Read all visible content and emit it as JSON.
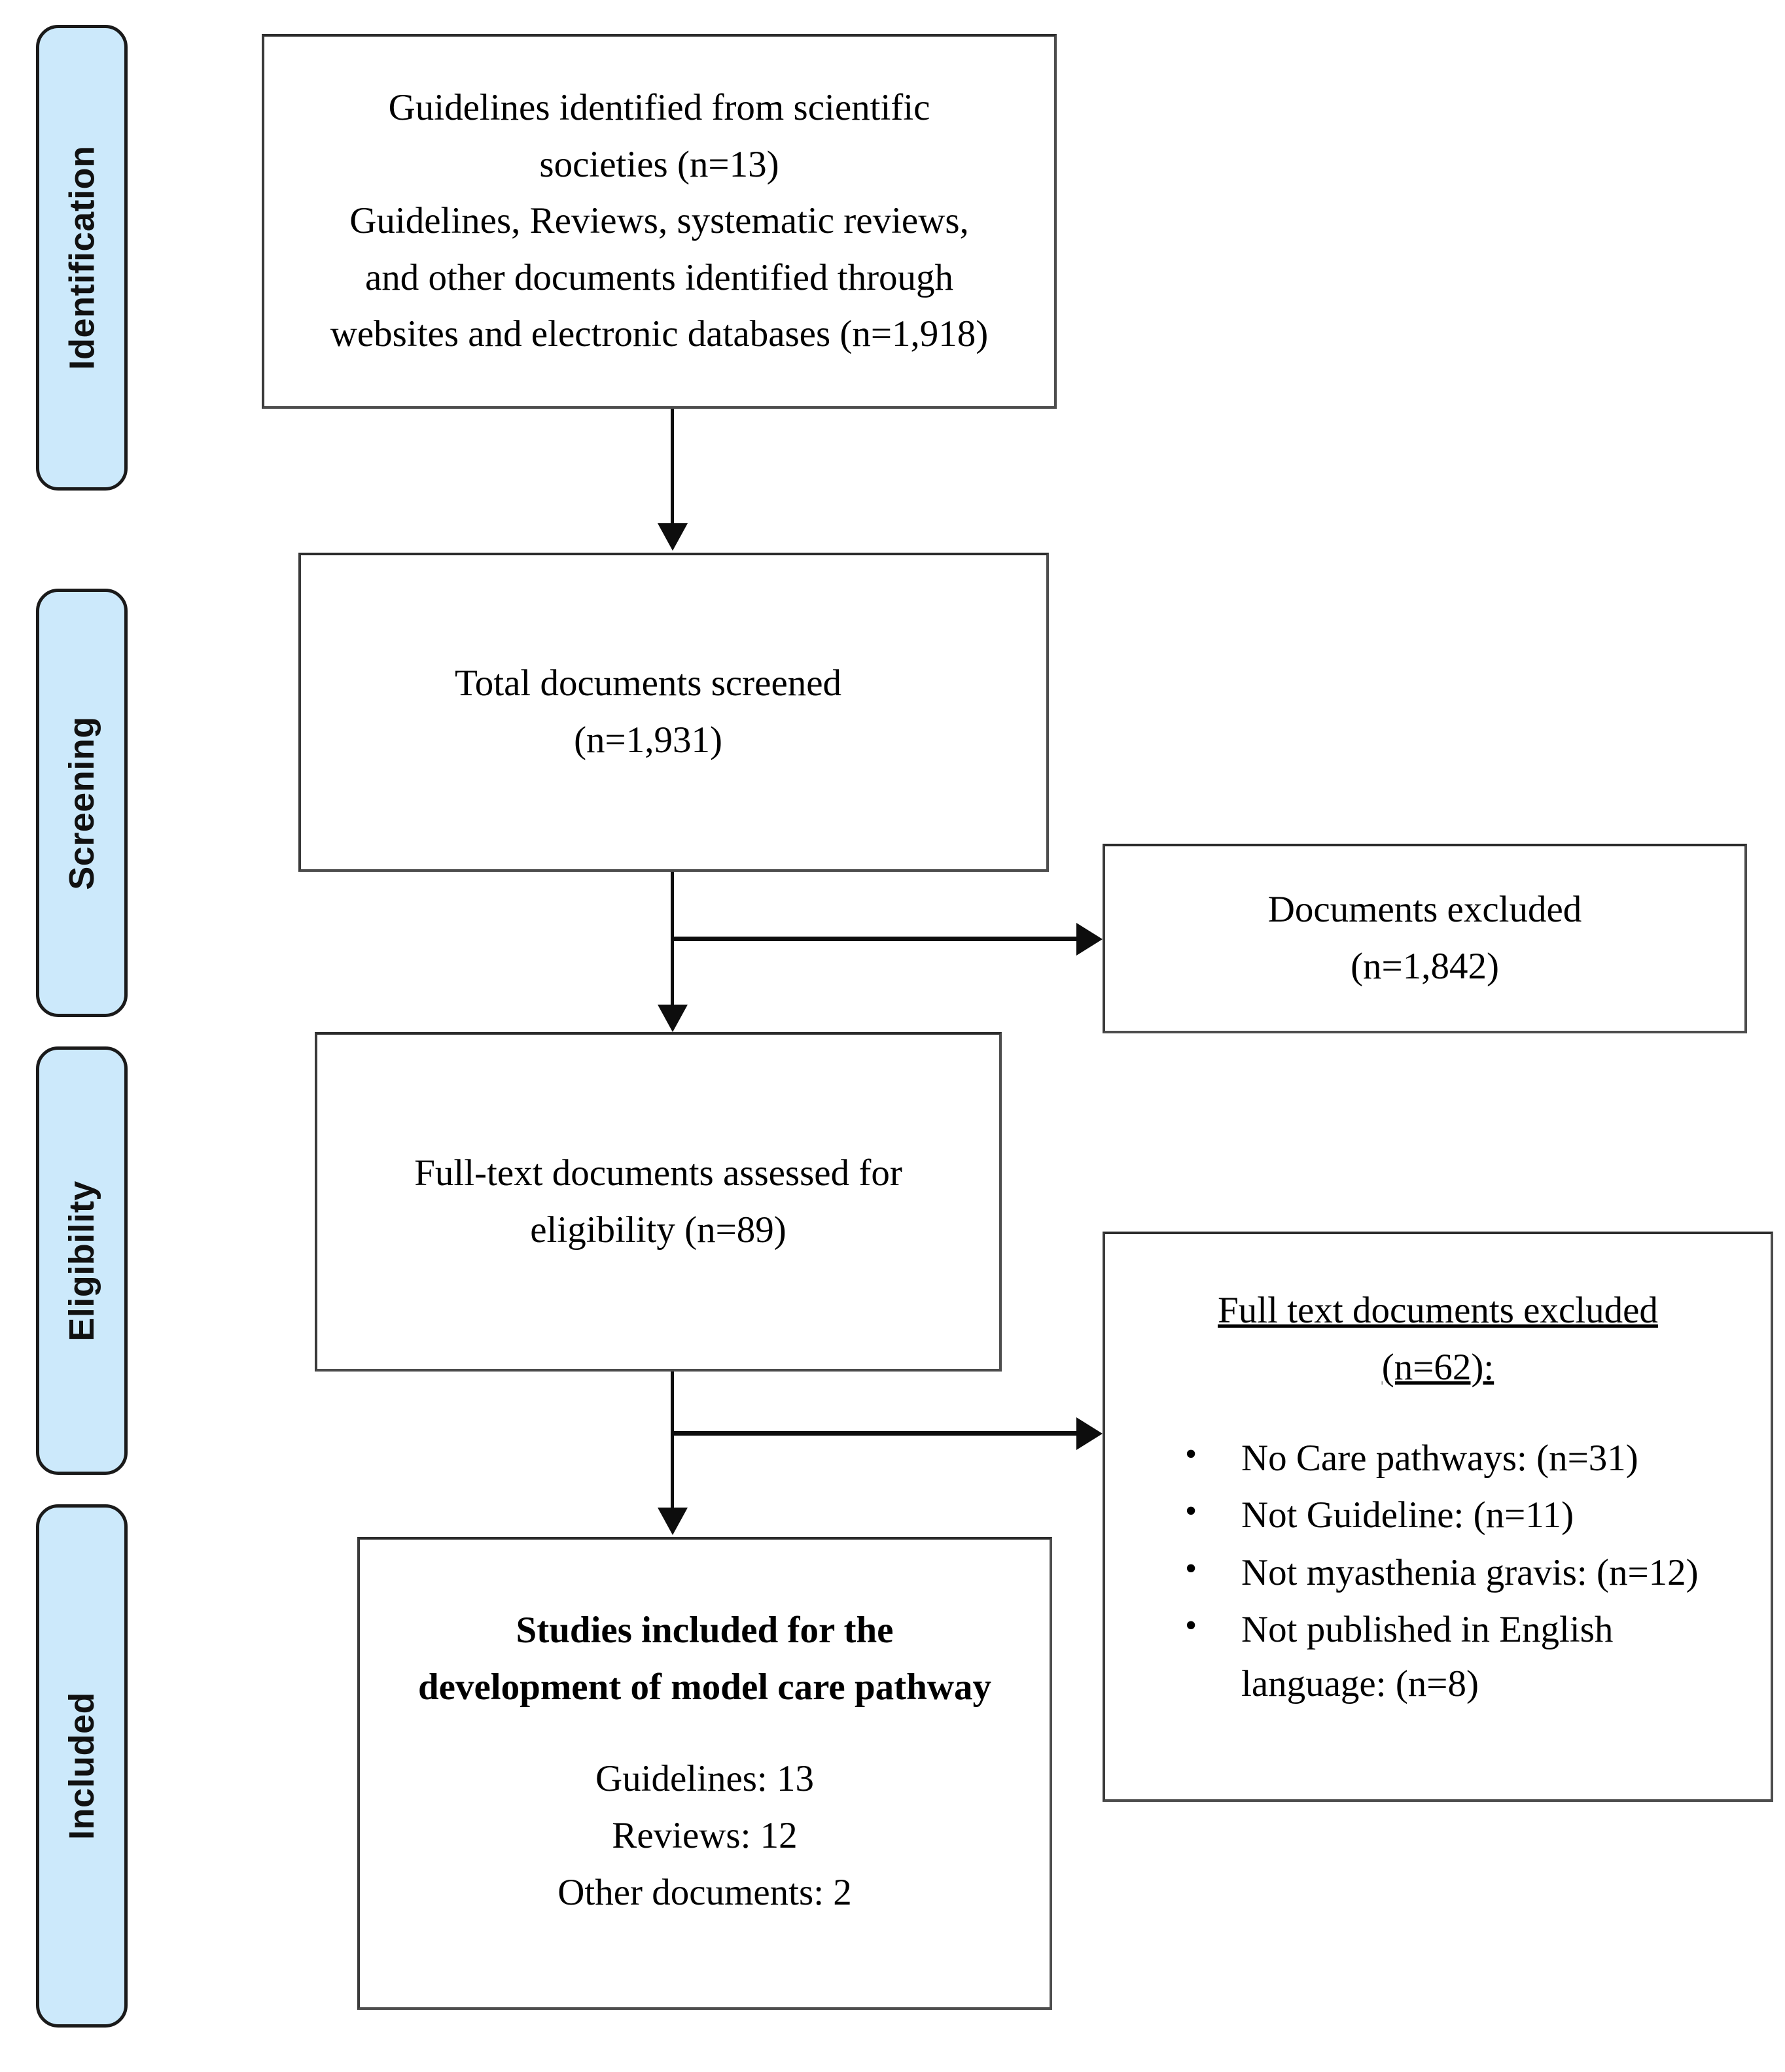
{
  "diagram": {
    "title": "PRISMA flow diagram for model care pathway development",
    "accent_color": "#cce9fb",
    "border_color": "#4d4d4d",
    "connector_color": "#0d0d0d"
  },
  "stages": [
    {
      "label": "Identification"
    },
    {
      "label": "Screening"
    },
    {
      "label": "Eligibility"
    },
    {
      "label": "Included"
    }
  ],
  "boxes": {
    "identification": {
      "lines": [
        "Guidelines identified from scientific",
        "societies (n=13)",
        "Guidelines, Reviews, systematic reviews,",
        "and other documents identified through",
        "websites and electronic databases (n=1,918)"
      ]
    },
    "screened": {
      "lines": [
        "Total documents screened",
        "(n=1,931)"
      ]
    },
    "documents_excluded": {
      "lines": [
        "Documents excluded",
        "(n=1,842)"
      ]
    },
    "fulltext_assessed": {
      "lines": [
        "Full-text documents assessed for",
        "eligibility (n=89)"
      ]
    },
    "fulltext_excluded": {
      "heading_lines": [
        "Full text documents excluded",
        "(n=62):"
      ],
      "reasons": [
        "No Care pathways: (n=31)",
        "Not Guideline: (n=11)",
        "Not myasthenia gravis: (n=12)",
        "Not published in English language: (n=8)"
      ]
    },
    "included": {
      "heading_lines": [
        "Studies included for the",
        "development of model care pathway"
      ],
      "counts": [
        "Guidelines: 13",
        "Reviews: 12",
        "Other documents: 2"
      ]
    }
  },
  "chart_data": {
    "type": "diagram",
    "title": "PRISMA flow of document selection",
    "stages": [
      "Identification",
      "Screening",
      "Eligibility",
      "Included"
    ],
    "nodes": [
      {
        "id": "identification",
        "stage": "Identification",
        "label": "Guidelines identified from scientific societies; Guidelines, Reviews, systematic reviews, and other documents identified through websites and electronic databases",
        "values": {
          "guidelines_from_societies": 13,
          "from_websites_and_databases": 1918
        }
      },
      {
        "id": "screened",
        "stage": "Screening",
        "label": "Total documents screened",
        "value": 1931
      },
      {
        "id": "documents_excluded",
        "stage": "Screening",
        "label": "Documents excluded",
        "value": 1842
      },
      {
        "id": "fulltext_assessed",
        "stage": "Eligibility",
        "label": "Full-text documents assessed for eligibility",
        "value": 89
      },
      {
        "id": "fulltext_excluded",
        "stage": "Eligibility",
        "label": "Full text documents excluded",
        "value": 62,
        "breakdown": [
          {
            "reason": "No Care pathways",
            "n": 31
          },
          {
            "reason": "Not Guideline",
            "n": 11
          },
          {
            "reason": "Not myasthenia gravis",
            "n": 12
          },
          {
            "reason": "Not published in English language",
            "n": 8
          }
        ]
      },
      {
        "id": "included",
        "stage": "Included",
        "label": "Studies included for the development of model care pathway",
        "breakdown": [
          {
            "type": "Guidelines",
            "n": 13
          },
          {
            "type": "Reviews",
            "n": 12
          },
          {
            "type": "Other documents",
            "n": 2
          }
        ]
      }
    ],
    "edges": [
      {
        "from": "identification",
        "to": "screened"
      },
      {
        "from": "screened",
        "to": "documents_excluded"
      },
      {
        "from": "screened",
        "to": "fulltext_assessed"
      },
      {
        "from": "fulltext_assessed",
        "to": "fulltext_excluded"
      },
      {
        "from": "fulltext_assessed",
        "to": "included"
      }
    ]
  }
}
